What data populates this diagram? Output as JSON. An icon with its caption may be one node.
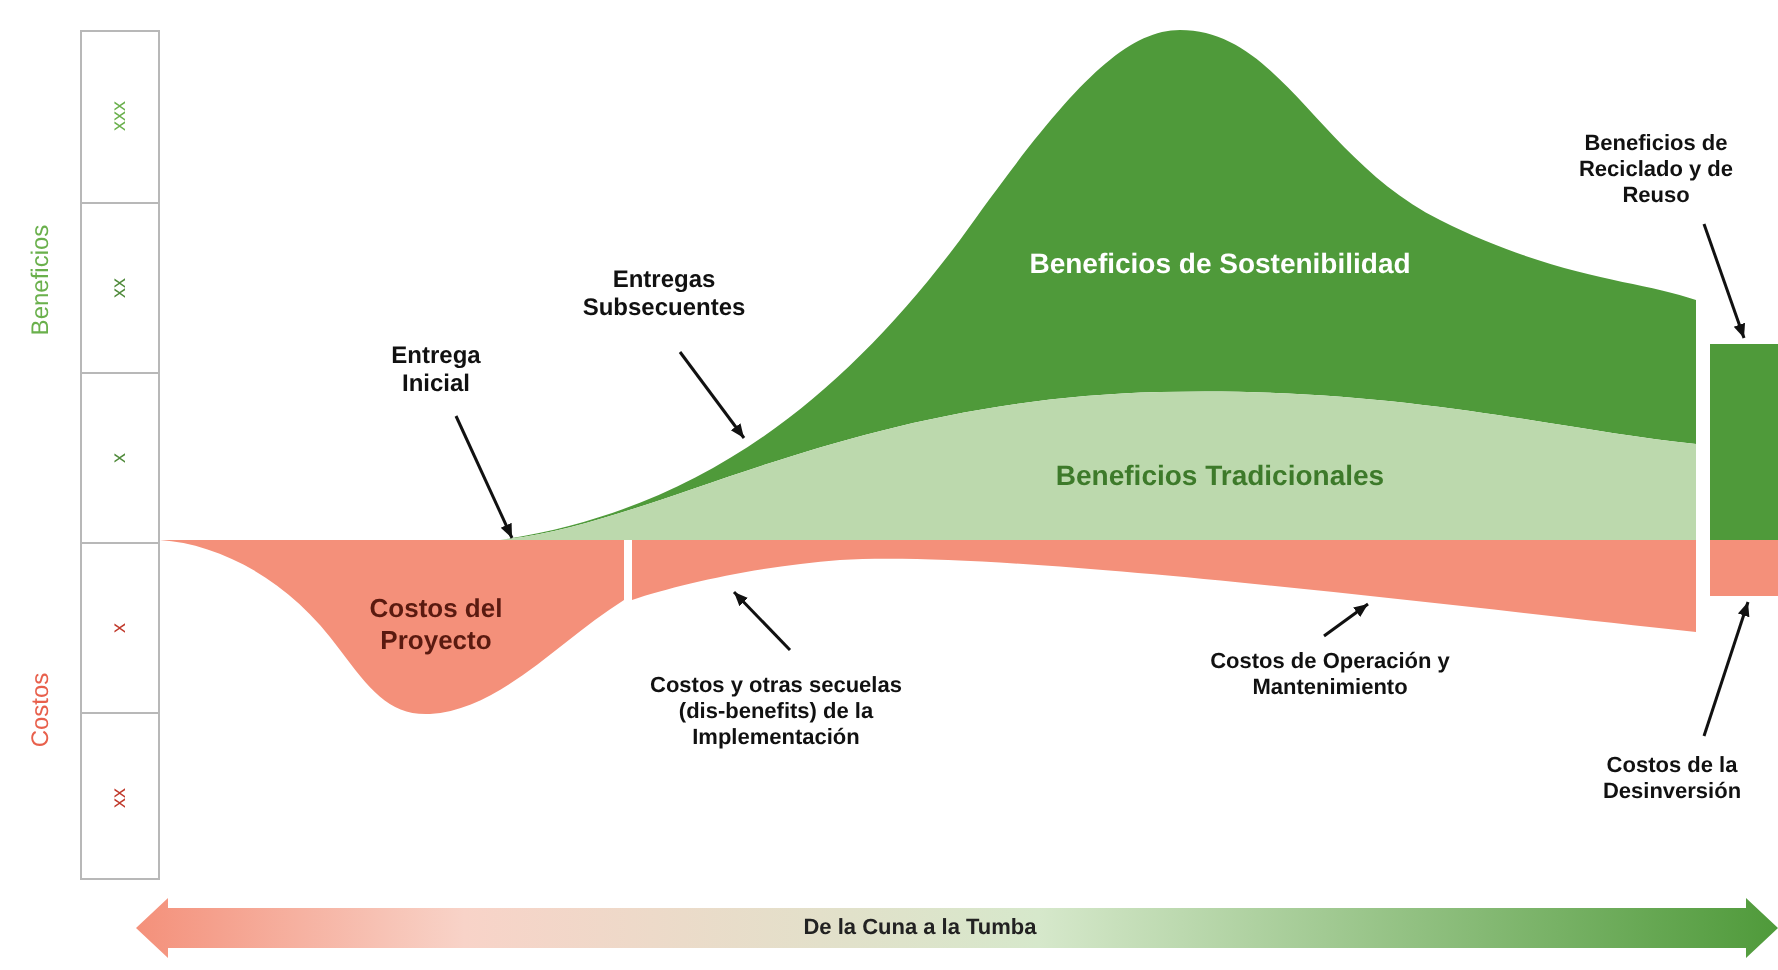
{
  "diagram": {
    "nodes": [
      {
        "text": [
          "Costos del Proyecto"
        ]
      },
      {
        "text": [
          "Beneficios de Sostenibilidad"
        ]
      },
      {
        "text": [
          "Beneficios Tradicionales"
        ]
      },
      {
        "text": [
          "Entrega Inicial"
        ]
      },
      {
        "text": [
          "Entregas Subsecuentes"
        ]
      },
      {
        "text": [
          "Costos y otras secuelas (dis-benefits) de la Implementación"
        ]
      },
      {
        "text": [
          "Costos de Operación y Mantenimiento"
        ]
      },
      {
        "text": [
          "Beneficios de Reciclado y de Reuso"
        ]
      },
      {
        "text": [
          "Costos de la Desinversión"
        ]
      },
      {
        "text": [],
        "shape": "band"
      },
      {
        "text": [],
        "shape": "box"
      },
      {
        "text": [],
        "shape": "box"
      }
    ],
    "edges": [
      {
        "from": 3,
        "to": 0,
        "arrow": "to"
      },
      {
        "from": 4,
        "to": 1,
        "arrow": "to"
      },
      {
        "from": 5,
        "to": 9,
        "arrow": "to"
      },
      {
        "from": 6,
        "to": 9,
        "arrow": "to"
      },
      {
        "from": 7,
        "to": 10,
        "arrow": "to"
      },
      {
        "from": 8,
        "to": 11,
        "arrow": "to"
      }
    ],
    "labels": [
      "Beneficios",
      "Costos",
      "xxx",
      "xx",
      "x",
      "x",
      "xx",
      "De la Cuna a la Tumba"
    ]
  }
}
